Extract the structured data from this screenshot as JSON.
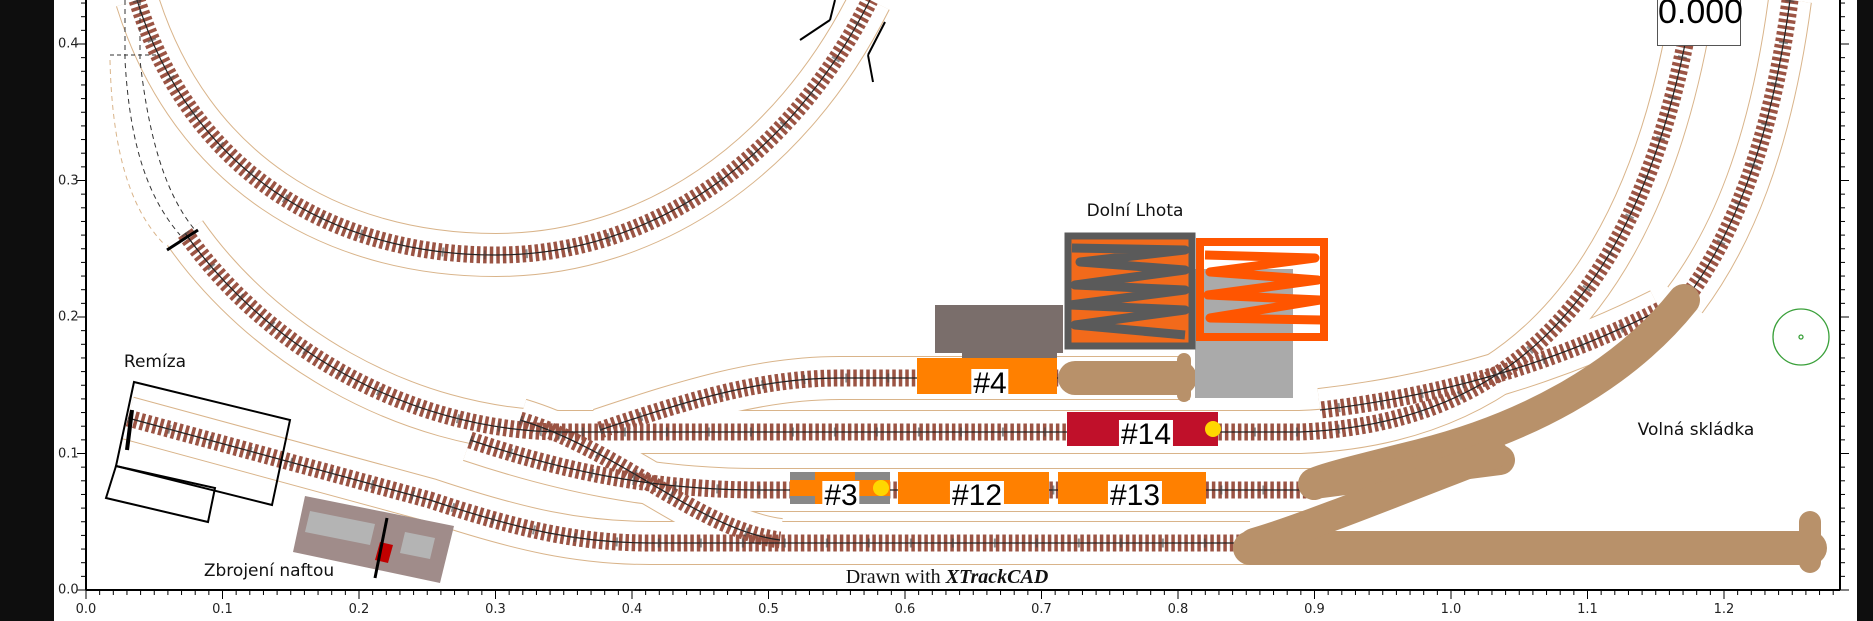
{
  "labels": {
    "station": "Dolní Lhota",
    "engine_shed": "Remíza",
    "fuel_station": "Zbrojení naftou",
    "storage": "Volná skládka"
  },
  "cars": [
    "#4",
    "#14",
    "#3",
    "#12",
    "#13"
  ],
  "readout": "0.000",
  "footer": {
    "prefix": "Drawn with ",
    "app": "XTrackCAD"
  },
  "axes": {
    "x_ticks": [
      "0.0",
      "0.1",
      "0.2",
      "0.3",
      "0.4",
      "0.5",
      "0.6",
      "0.7",
      "0.8",
      "0.9",
      "1.0",
      "1.1",
      "1.2"
    ],
    "y_ticks": [
      "0.0",
      "0.1",
      "0.2",
      "0.3",
      "0.4"
    ]
  },
  "colors": {
    "ties": "#9b5444",
    "roadbed": "#d9b48a",
    "car_orange": "#ff8000",
    "car_red": "#c0102a",
    "scenery_tan": "#b8916a",
    "tree": "#3aa03a"
  }
}
